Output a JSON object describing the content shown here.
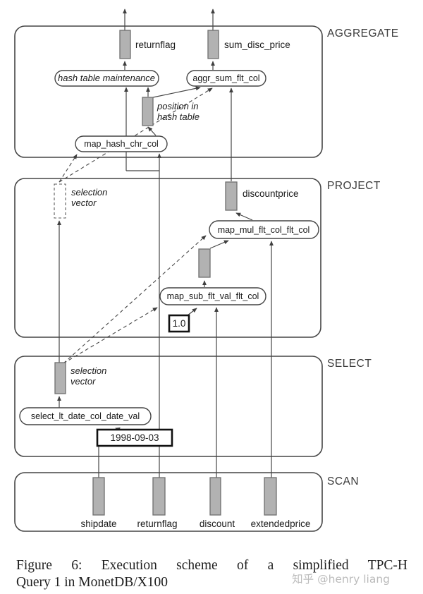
{
  "sections": [
    {
      "id": "aggregate",
      "label": "AGGREGATE"
    },
    {
      "id": "project",
      "label": "PROJECT"
    },
    {
      "id": "select",
      "label": "SELECT"
    },
    {
      "id": "scan",
      "label": "SCAN"
    }
  ],
  "operators": {
    "hash_maintenance": "hash table maintenance",
    "aggr_sum": "aggr_sum_flt_col",
    "map_hash": "map_hash_chr_col",
    "map_mul": "map_mul_flt_col_flt_col",
    "map_sub": "map_sub_flt_val_flt_col",
    "select_lt": "select_lt_date_col_date_val"
  },
  "columns": {
    "returnflag_out": "returnflag",
    "sum_disc_price": "sum_disc_price",
    "discountprice": "discountprice",
    "scan": [
      "shipdate",
      "returnflag",
      "discount",
      "extendedprice"
    ]
  },
  "annotations": {
    "position_in": "position in",
    "hash_table": "hash table",
    "selection": "selection",
    "vector": "vector"
  },
  "constants": {
    "one": "1.0",
    "date": "1998-09-03"
  },
  "caption": {
    "line1": "Figure 6:  Execution scheme of a simplified TPC-H",
    "line2": "Query 1 in MonetDB/X100"
  },
  "watermark": {
    "text": "知乎 @henry liang"
  },
  "colors": {
    "line": "#454545",
    "bar_fill": "#b2b2b2",
    "bar_border": "#6f6f6f",
    "watermark": "#bcbcbc"
  }
}
